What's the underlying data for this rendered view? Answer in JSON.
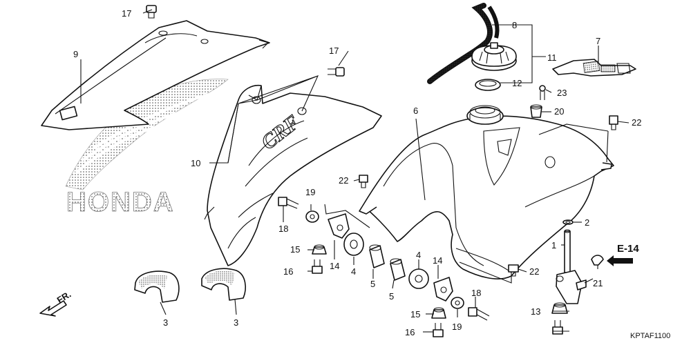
{
  "diagram": {
    "watermark_brand": "HONDA",
    "decal_text": "CRF",
    "ref_label": "E-14",
    "diagram_code": "KPTAF1100",
    "direction_label": "FR.",
    "callouts": {
      "c1": "1",
      "c2": "2",
      "c3a": "3",
      "c3b": "3",
      "c4a": "4",
      "c4b": "4",
      "c5a": "5",
      "c5b": "5",
      "c6": "6",
      "c7": "7",
      "c8": "8",
      "c9": "9",
      "c10": "10",
      "c11": "11",
      "c12": "12",
      "c13": "13",
      "c14a": "14",
      "c14b": "14",
      "c15a": "15",
      "c15b": "15",
      "c16a": "16",
      "c16b": "16",
      "c17a": "17",
      "c17b": "17",
      "c18a": "18",
      "c18b": "18",
      "c19a": "19",
      "c19b": "19",
      "c20": "20",
      "c21": "21",
      "c22a": "22",
      "c22b": "22",
      "c22c": "22",
      "c23": "23"
    }
  }
}
